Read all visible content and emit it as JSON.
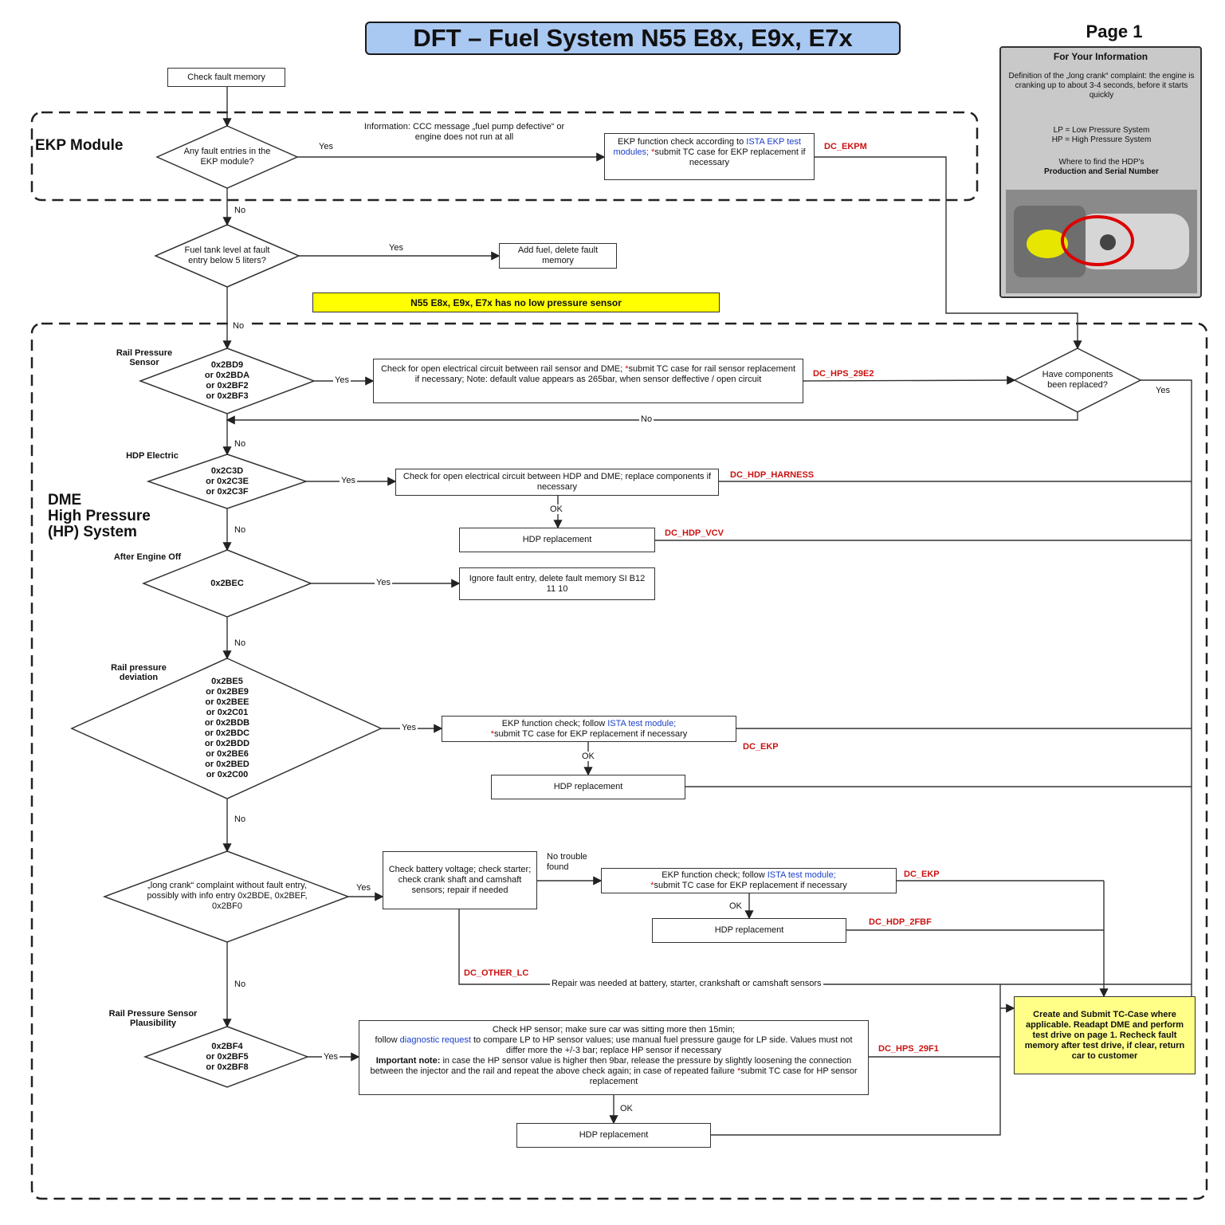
{
  "title": "DFT – Fuel System N55 E8x, E9x, E7x",
  "page_label": "Page 1",
  "info_panel": {
    "heading": "For Your Information",
    "long_crank_definition": "Definition of the „long crank“ complaint: the engine is cranking up to about 3-4 seconds, before it starts quickly",
    "lp_def": "LP = Low Pressure System",
    "hp_def": "HP = High Pressure System",
    "hdp_where": "Where to find the HDP's",
    "hdp_production": "Production and Serial Number"
  },
  "regions": {
    "ekp_module": "EKP Module",
    "dme_line1": "DME",
    "dme_line2": "High Pressure",
    "dme_line3": "(HP) System"
  },
  "start": {
    "check_fault_memory": "Check fault memory"
  },
  "ekp": {
    "decision": "Any fault entries in the EKP module?",
    "information": "Information: CCC message „fuel pump defective“ or engine does not run at all",
    "action_pre": "EKP function check according to",
    "action_link": "ISTA EKP test modules;",
    "action_star": "*",
    "action_post": "submit TC case for EKP replacement if necessary",
    "code": "DC_EKPM"
  },
  "fuel_tank": {
    "decision": "Fuel tank level at fault entry below 5 liters?",
    "action": "Add fuel, delete fault memory"
  },
  "banner": "N55 E8x, E9x, E7x has no low pressure sensor",
  "rail_pressure_sensor": {
    "label": "Rail Pressure Sensor",
    "codes": [
      "0x2BD9",
      "or 0x2BDA",
      "or 0x2BF2",
      "or 0x2BF3"
    ],
    "action_pre": "Check for open electrical circuit between rail sensor and DME;",
    "action_star": "*",
    "action_post": "submit TC case for rail sensor replacement if necessary; Note: default value appears as 265bar, when sensor deffective / open circuit",
    "code": "DC_HPS_29E2"
  },
  "components_replaced": {
    "decision": "Have components been replaced?"
  },
  "hdp_electric": {
    "label": "HDP Electric",
    "codes": [
      "0x2C3D",
      "or 0x2C3E",
      "or 0x2C3F"
    ],
    "action": "Check for open electrical circuit between HDP and DME; replace components if necessary",
    "code": "DC_HDP_HARNESS",
    "replacement": "HDP replacement",
    "replacement_code": "DC_HDP_VCV"
  },
  "after_engine_off": {
    "label": "After Engine Off",
    "codes": [
      "0x2BEC"
    ],
    "action": "Ignore fault entry, delete fault memory SI B12 11 10"
  },
  "rail_pressure_deviation": {
    "label": "Rail pressure deviation",
    "codes": [
      "0x2BE5",
      "or 0x2BE9",
      "or 0x2BEE",
      "or 0x2C01",
      "or 0x2BDB",
      "or 0x2BDC",
      "or 0x2BDD",
      "or 0x2BE6",
      "or 0x2BED",
      "or 0x2C00"
    ],
    "action_pre": "EKP function check; follow",
    "action_link": "ISTA test module;",
    "action_star": "*",
    "action_post": "submit TC case for EKP replacement if necessary",
    "code": "DC_EKP",
    "replacement": "HDP replacement"
  },
  "long_crank": {
    "decision": "„long crank“ complaint without fault entry, possibly with info entry 0x2BDE, 0x2BEF, 0x2BF0",
    "check": "Check battery voltage; check starter; check crank shaft and camshaft sensors; repair if needed",
    "no_trouble": "No trouble found",
    "ekp_pre": "EKP function check; follow",
    "ekp_link": "ISTA test module;",
    "ekp_star": "*",
    "ekp_post": "submit TC case for EKP replacement if necessary",
    "ekp_code": "DC_EKP",
    "replacement": "HDP replacement",
    "replacement_code": "DC_HDP_2FBF",
    "other_code": "DC_OTHER_LC",
    "repair_note": "Repair was needed at battery, starter, crankshaft or camshaft sensors"
  },
  "rail_pressure_plausibility": {
    "label": "Rail Pressure Sensor Plausibility",
    "codes": [
      "0x2BF4",
      "or 0x2BF5",
      "or 0x2BF8"
    ],
    "action_1": "Check HP sensor; make sure car was sitting more then 15min;",
    "action_2_pre": "follow",
    "action_2_link": "diagnostic request",
    "action_2_post": "to compare LP to HP sensor values; use manual fuel pressure gauge for LP side. Values must not differ more the +/-3 bar; replace HP sensor if necessary",
    "action_3_bold": "Important note:",
    "action_3": "in case the HP sensor value is higher then 9bar, release the pressure by slightly loosening the connection between the injector and the rail and repeat the above check again; in case of repeated failure",
    "action_3_star": "*",
    "action_3_end": "submit TC case for HP sensor replacement",
    "code": "DC_HPS_29F1",
    "replacement": "HDP replacement"
  },
  "final_box": "Create and Submit TC-Case where applicable. Readapt DME and perform test drive on page 1. Recheck fault memory after test drive, if clear, return car to customer",
  "edge_labels": {
    "yes": "Yes",
    "no": "No",
    "ok": "OK"
  },
  "colors": {
    "title_bg": "#a9c8f2",
    "code_red": "#cc1111",
    "link_blue": "#1a3fcc",
    "banner_yellow": "#ffff00",
    "final_yellow": "#ffff88",
    "info_grey": "#c9c9c9"
  }
}
